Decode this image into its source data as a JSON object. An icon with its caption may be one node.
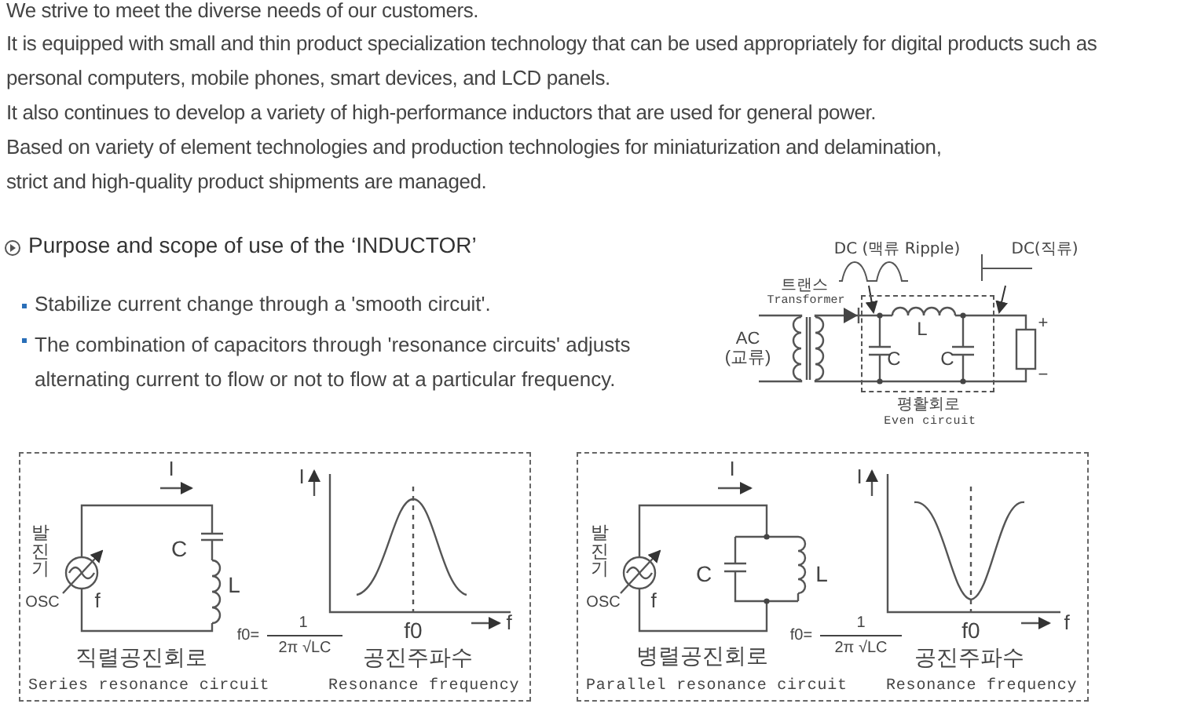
{
  "diagram": {
    "title": "Purpose and scope of use of the ‘INDUCTOR’",
    "nodes": [
      {
        "text": [
          "DC (맥류 Ripple)"
        ]
      },
      {
        "text": [
          "DC(직류)"
        ]
      },
      {
        "text": [
          "평활회로",
          "Even circuit"
        ]
      },
      {
        "text": [
          "Series resonance circuit",
          "Resonance frequency"
        ]
      },
      {
        "text": [
          "Parallel resonance circuit",
          "Resonance frequency"
        ]
      }
    ],
    "edges": [
      {
        "from": 0,
        "to": 2,
        "arrow": "to"
      },
      {
        "from": 1,
        "to": 2,
        "arrow": "to"
      }
    ],
    "labels": [
      "We strive to meet the diverse needs of our customers.",
      "It is equipped with small and thin product specialization technology that can be used appropriately for digital products such as personal computers, mobile phones, smart devices, and LCD panels.",
      "It also continues to develop a variety of high-performance inductors that are used for general power.",
      "Based on variety of element technologies and production technologies for miniaturization and delamination,",
      "strict and high-quality product shipments are managed.",
      "Stabilize current change through a 'smooth circuit'.",
      "The combination of capacitors through 'resonance circuits' adjusts alternating current to flow or not to flow at a particular frequency.",
      "트랜스",
      "Transformer",
      "AC (교류)",
      "L",
      "C",
      "C",
      "+",
      "−",
      "I",
      "발진기",
      "OSC",
      "f",
      "C",
      "L",
      "직렬공진회로",
      "f0=",
      "1",
      "2π √LC",
      "I",
      "f0",
      "f",
      "공진주파수",
      "I",
      "발진기",
      "OSC",
      "f",
      "C",
      "L",
      "병렬공진회로",
      "f0=",
      "1",
      "2π √LC",
      "I",
      "f0",
      "f",
      "공진주파수"
    ]
  }
}
